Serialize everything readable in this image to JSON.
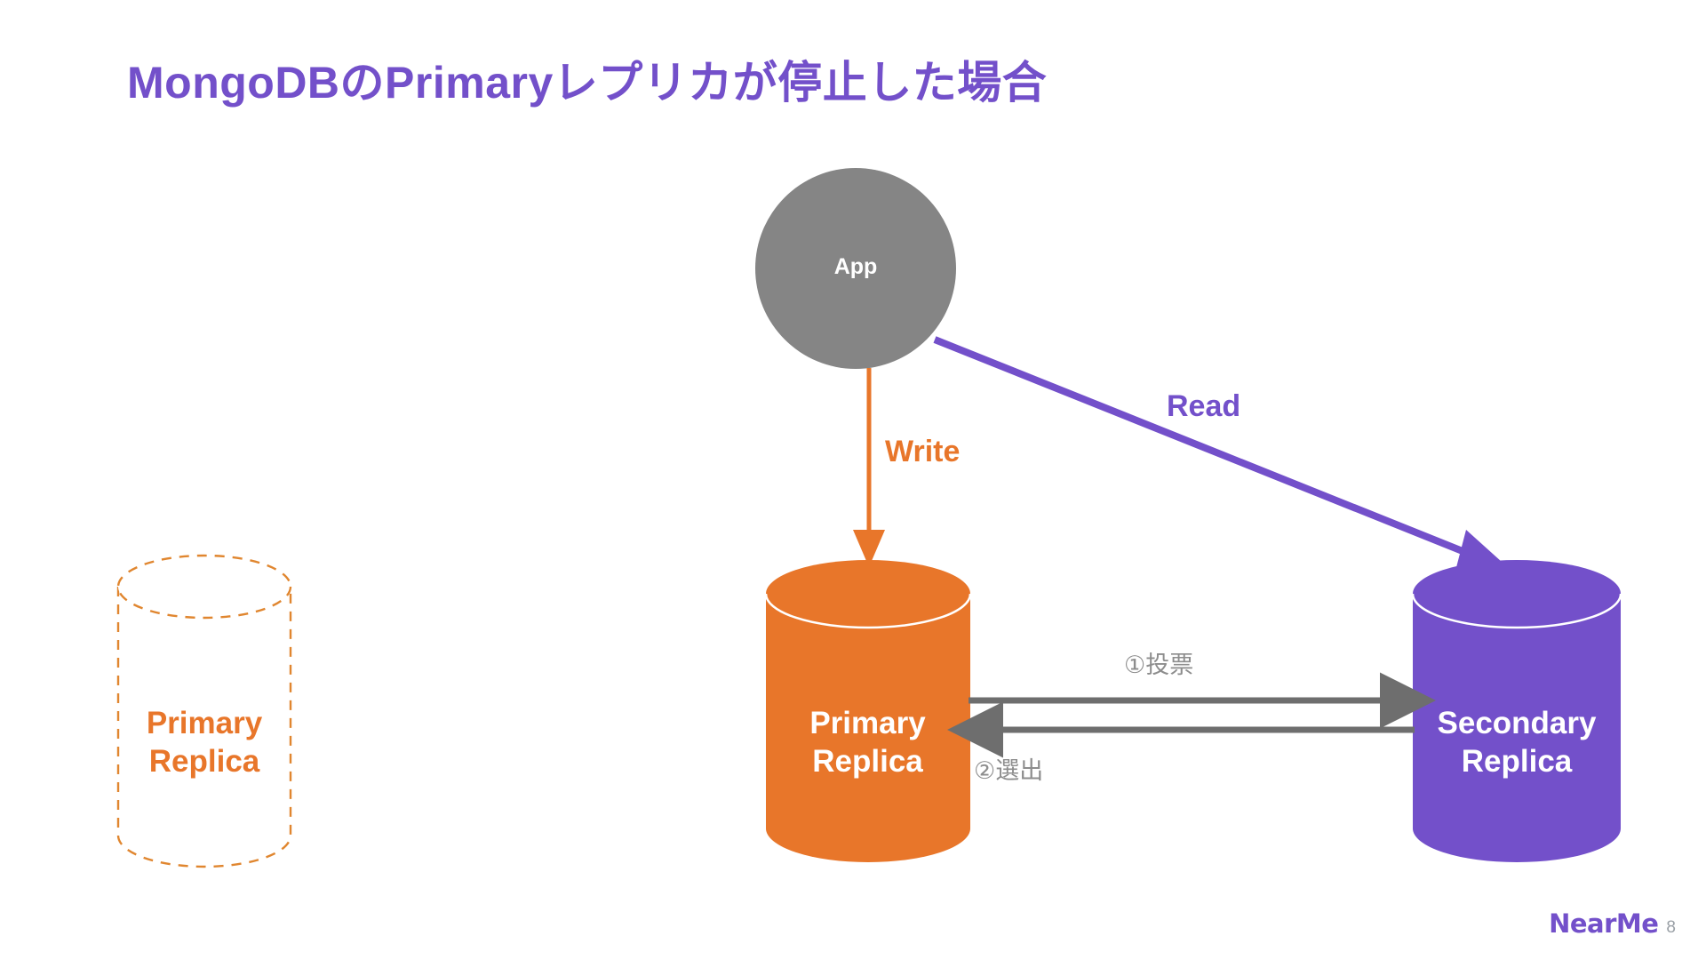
{
  "slide": {
    "title": "MongoDBのPrimaryレプリカが停止した場合",
    "page_number": "8",
    "brand": "NearMe",
    "background_color": "#ffffff",
    "title_color": "#7350ca"
  },
  "colors": {
    "orange": "#e8762a",
    "purple": "#7350ca",
    "gray": "#858585",
    "arrow_gray": "#6e6e6e",
    "label_gray": "#8d8d8d",
    "white": "#ffffff"
  },
  "nodes": {
    "app": {
      "label": "App",
      "shape": "circle",
      "fill": "#858585",
      "text_color": "#ffffff"
    },
    "failed_primary": {
      "label_line1": "Primary",
      "label_line2": "Replica",
      "shape": "cylinder",
      "style": "dashed-outline",
      "fill": "#ffffff",
      "stroke": "#e8762a",
      "text_color": "#e8762a",
      "state": "stopped"
    },
    "new_primary": {
      "label_line1": "Primary",
      "label_line2": "Replica",
      "shape": "cylinder",
      "style": "solid",
      "fill": "#e8762a",
      "text_color": "#ffffff"
    },
    "secondary": {
      "label_line1": "Secondary",
      "label_line2": "Replica",
      "shape": "cylinder",
      "style": "solid",
      "fill": "#7350ca",
      "text_color": "#ffffff"
    }
  },
  "edges": {
    "write": {
      "label": "Write",
      "color": "#e8762a",
      "from": "app",
      "to": "new_primary",
      "direction": "down"
    },
    "read": {
      "label": "Read",
      "color": "#7350ca",
      "from": "app",
      "to": "secondary",
      "direction": "diagonal-down-right"
    },
    "vote": {
      "label": "①投票",
      "color": "#6e6e6e",
      "from": "new_primary",
      "to": "secondary",
      "direction": "right"
    },
    "elect": {
      "label": "②選出",
      "color": "#6e6e6e",
      "from": "secondary",
      "to": "new_primary",
      "direction": "left"
    }
  }
}
